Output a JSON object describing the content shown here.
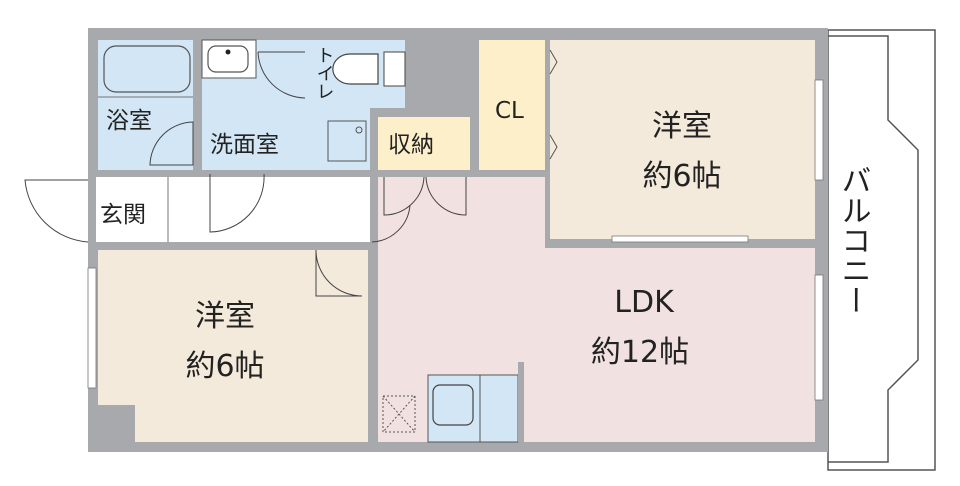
{
  "rooms": {
    "bath": "浴室",
    "washroom": "洗面室",
    "toilet": "トイレ",
    "storage": "収納",
    "closet": "CL",
    "western_room_1": {
      "name": "洋室",
      "size": "約6帖"
    },
    "entrance": "玄関",
    "western_room_2": {
      "name": "洋室",
      "size": "約6帖"
    },
    "ldk": {
      "name": "LDK",
      "size": "約12帖"
    },
    "balcony": "バルコニー"
  },
  "colors": {
    "wall": "#a7a9ac",
    "wet_area": "#d3e6f5",
    "storage": "#fcefc9",
    "western_room": "#f4eadb",
    "ldk": "#f2e1e1"
  }
}
